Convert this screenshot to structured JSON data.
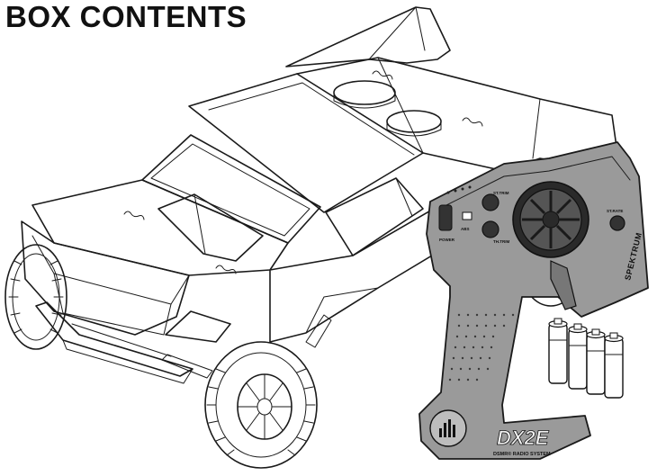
{
  "heading": {
    "title": "BOX CONTENTS"
  },
  "transmitter": {
    "model_text": "DX2E",
    "subtitle_text": "DSMR® RADIO SYSTEM",
    "brand_text": "SPEKTRUM",
    "labels": {
      "steering_trim": "ST.TRIM",
      "throttle_trim": "TH.TRIM",
      "power": "POWER",
      "abs": "ABS",
      "st_rate": "ST.RATE"
    }
  },
  "colors": {
    "transmitter_gray": "#9a9a9a",
    "ink": "#1a1a1a",
    "background": "#ffffff"
  }
}
